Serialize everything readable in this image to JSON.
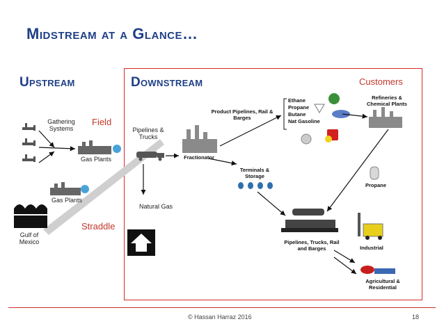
{
  "title": "Midstream at a Glance…",
  "upstream": "Upstream",
  "downstream": "Downstream",
  "customers": "Customers",
  "field": "Field",
  "straddle": "Straddle",
  "labels": {
    "gathering": "Gathering Systems",
    "gas_plants_1": "Gas Plants",
    "gas_plants_2": "Gas Plants",
    "gulf": "Gulf of Mexico",
    "pipelines_trucks": "Pipelines & Trucks",
    "natural_gas": "Natural Gas",
    "fractionator": "Fractionator",
    "product_pipelines": "Product Pipelines, Rail & Barges",
    "ngl_ethane": "Ethane",
    "ngl_propane": "Propane",
    "ngl_butane": "Butane",
    "ngl_natgas": "Nat Gasoline",
    "refineries": "Refineries & Chemical Plants",
    "terminals": "Terminals & Storage",
    "propane": "Propane",
    "pipelines_rail": "Pipelines, Trucks, Rail and Barges",
    "industrial": "Industrial",
    "agricultural": "Agricultural & Residential"
  },
  "footer": {
    "copyright": "© Hassan Harraz 2016",
    "page": "18"
  }
}
